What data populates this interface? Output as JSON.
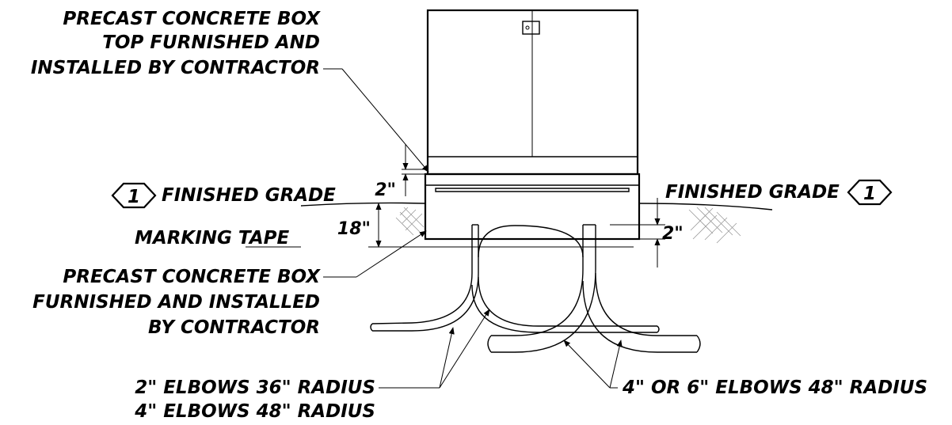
{
  "labels": {
    "top_line1": "PRECAST CONCRETE BOX",
    "top_line2": "TOP FURNISHED AND",
    "top_line3": "INSTALLED BY CONTRACTOR",
    "finished_grade_left": "FINISHED GRADE",
    "finished_grade_right": "FINISHED GRADE",
    "marking_tape": "MARKING TAPE",
    "box_line1": "PRECAST CONCRETE BOX",
    "box_line2": "FURNISHED AND INSTALLED",
    "box_line3": "BY CONTRACTOR",
    "elbows_left_line1": "2\" ELBOWS 36\" RADIUS",
    "elbows_left_line2": "4\" ELBOWS 48\" RADIUS",
    "elbows_right": "4\" OR 6\" ELBOWS 48\" RADIUS"
  },
  "dimensions": {
    "top_clearance": "2\"",
    "depth": "18\"",
    "right_clearance": "2\""
  },
  "callouts": {
    "left_note": "1",
    "right_note": "1"
  }
}
